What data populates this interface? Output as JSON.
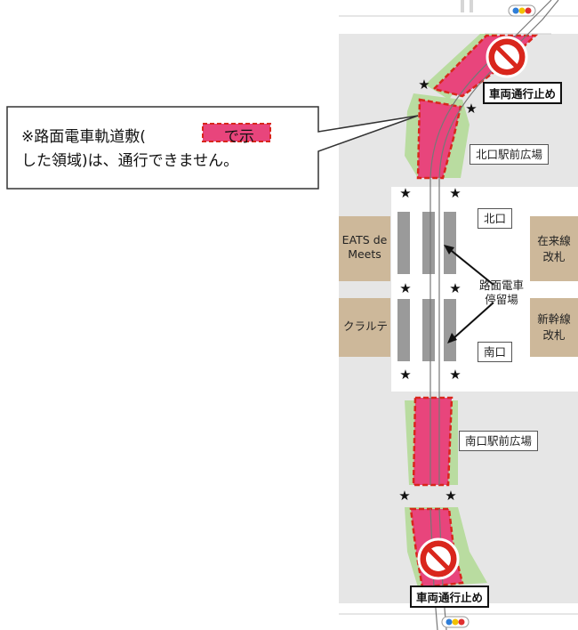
{
  "notice": {
    "line1_prefix": "※路面電車軌道敷(",
    "line1_suffix": "で示",
    "line2": "した領域)は、通行できません。"
  },
  "labels": {
    "north_plaza": "北口駅前広場",
    "south_plaza": "南口駅前広場",
    "north_exit": "北口",
    "south_exit": "南口",
    "eats": "EATS de Meets",
    "kuralute": "クラルテ",
    "zairai_gate": "在来線 改札",
    "shinkansen_gate": "新幹線 改札",
    "tram_stop": "路面電車 停留場",
    "no_vehicle_top": "車両通行止め",
    "no_vehicle_bottom": "車両通行止め"
  },
  "colors": {
    "track_zone": "#e8457c",
    "track_zone_border": "#d9261c",
    "green": "#b9dca0",
    "building": "#cdb89a",
    "road": "#e6e6e6",
    "platform": "#9a9a9a"
  },
  "icons": [
    "no-entry-sign",
    "traffic-signal",
    "star-marker",
    "arrow"
  ]
}
